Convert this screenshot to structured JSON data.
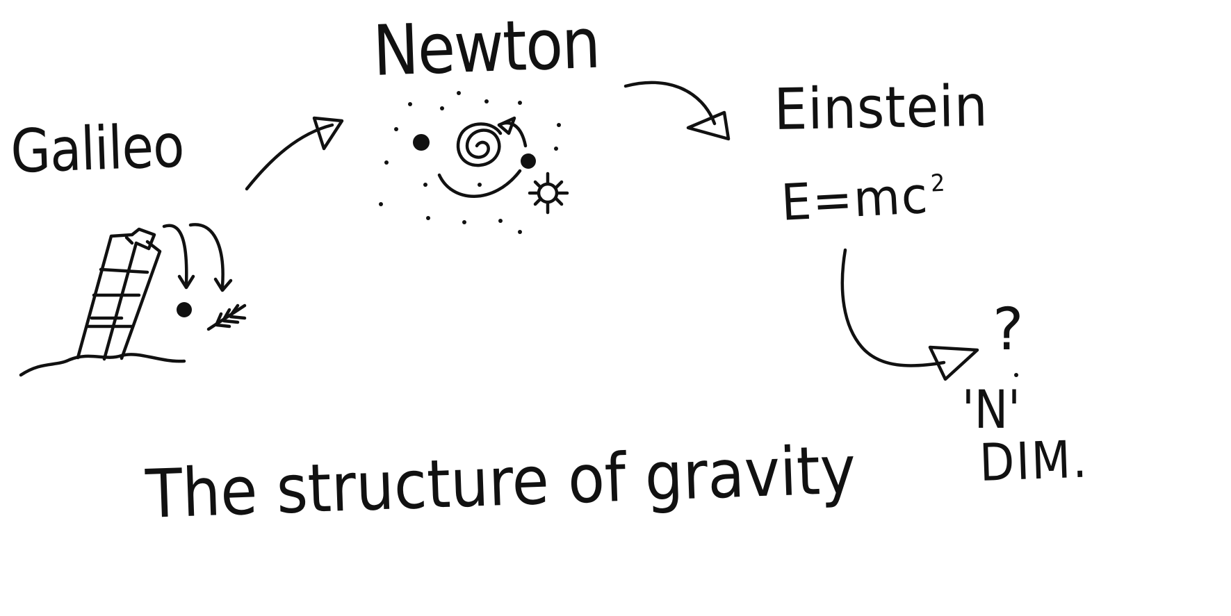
{
  "labels": {
    "galileo": "Galileo",
    "newton": "Newton",
    "einstein": "Einstein",
    "equation": "E=mc",
    "equation_exponent": "2",
    "unknown": "?",
    "n": "'N'",
    "dim": "DIM.",
    "caption": "The structure of gravity"
  }
}
